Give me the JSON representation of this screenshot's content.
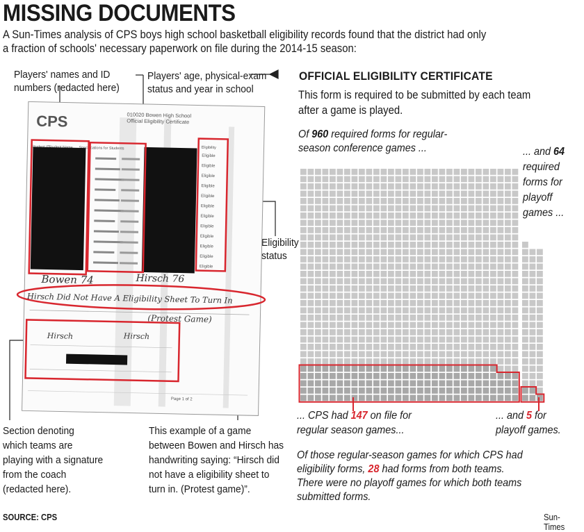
{
  "header": {
    "title": "MISSING DOCUMENTS",
    "intro_line1": "A Sun-Times analysis of CPS boys high school basketball eligibility records found that the district had only",
    "intro_line2": "a fraction of schools' necessary paperwork on file during the 2014-15 season:"
  },
  "callouts": {
    "names_line1": "Players' names and ID",
    "names_line2": "numbers (redacted here)",
    "age_line1": "Players' age, physical-exam",
    "age_line2": "status and year in school",
    "elig_line1": "Eligibility",
    "elig_line2": "status",
    "section_lines": [
      "Section denoting",
      "which teams are",
      "playing with a signature",
      "from the coach",
      "(redacted here)."
    ],
    "example_lines": [
      "This example of a game",
      "between Bowen and Hirsch has",
      "handwriting saying: “Hirsch did",
      "not have a eligibility sheet to",
      "turn in. (Protest game)”."
    ]
  },
  "document": {
    "logo": "CPS",
    "school_line1": "010020 Bowen High School",
    "school_line2": "Official Eligibility Certificate",
    "col_student_id": "Student ID",
    "col_student_name": "Student Name",
    "col_specs": "Specifications for Students",
    "col_elig": "Eligibility",
    "elig_word": "Eligible",
    "hand_bowen": "Bowen 74",
    "hand_hirsch": "Hirsch 76",
    "hand_note": "Hirsch Did Not Have A Eligibility Sheet To Turn In",
    "hand_protest": "(Protest Game)",
    "played_with": "Hirsch",
    "page_label": "Page 1 of 2"
  },
  "certificate": {
    "heading": "OFFICIAL ELIGIBILITY CERTIFICATE",
    "desc_line1": "This form is required to be submitted by each team",
    "desc_line2": "after a game is played."
  },
  "labels": {
    "regular_pre": "Of ",
    "regular_num": "960",
    "regular_post": " required forms for regular-",
    "regular_line2": "season conference games ...",
    "playoff_pre": "... and ",
    "playoff_num": "64",
    "playoff_lines": [
      "required",
      "forms for",
      "playoff",
      "games ..."
    ],
    "cps_pre": "... CPS had ",
    "cps_num": "147",
    "cps_post": " on file for",
    "cps_line2": "regular season games...",
    "cps_playoff_pre": "... and ",
    "cps_playoff_num": "5",
    "cps_playoff_post": " for",
    "cps_playoff_line2": "playoff games."
  },
  "footnote": {
    "line1": "Of those regular-season games for which CPS had",
    "line2_pre": "eligibility forms, ",
    "line2_num": "28",
    "line2_post": " had forms from both teams.",
    "line3": "There were no playoff games for which both teams",
    "line4": "submitted forms."
  },
  "source": "SOURCE: CPS",
  "credit": "Sun-Times",
  "colors": {
    "accent": "#d8262e",
    "square": "#c8c8c8",
    "square_on_file": "#a8a8a8"
  },
  "chart_data": {
    "type": "waffle",
    "series": [
      {
        "name": "Regular-season conference games",
        "required": 960,
        "on_file": 147
      },
      {
        "name": "Playoff games",
        "required": 64,
        "on_file": 5
      }
    ],
    "both_teams_regular": 28,
    "both_teams_playoff": 0
  }
}
